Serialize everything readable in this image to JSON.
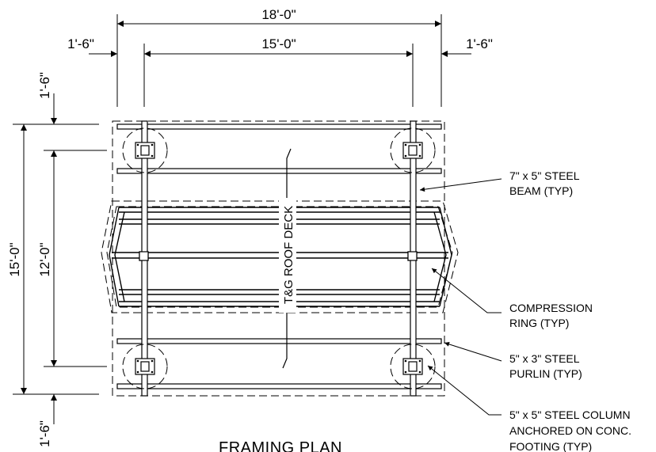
{
  "dimensions": {
    "overall_width": "18'-0\"",
    "inner_width": "15'-0\"",
    "left_overhang": "1'-6\"",
    "right_overhang": "1'-6\"",
    "overall_depth": "15'-0\"",
    "inner_depth": "12'-0\"",
    "top_overhang": "1'-6\"",
    "bottom_overhang": "1'-6\""
  },
  "deck_label": "T&G ROOF DECK",
  "callouts": {
    "beam": [
      "7\" x 5\" STEEL",
      "BEAM (TYP)"
    ],
    "ring": [
      "COMPRESSION",
      "RING (TYP)"
    ],
    "purlin": [
      "5\" x 3\" STEEL",
      "PURLIN (TYP)"
    ],
    "column": [
      "5\" x 5\" STEEL COLUMN",
      "ANCHORED ON CONC.",
      "FOOTING (TYP)"
    ]
  },
  "title": "FRAMING PLAN"
}
